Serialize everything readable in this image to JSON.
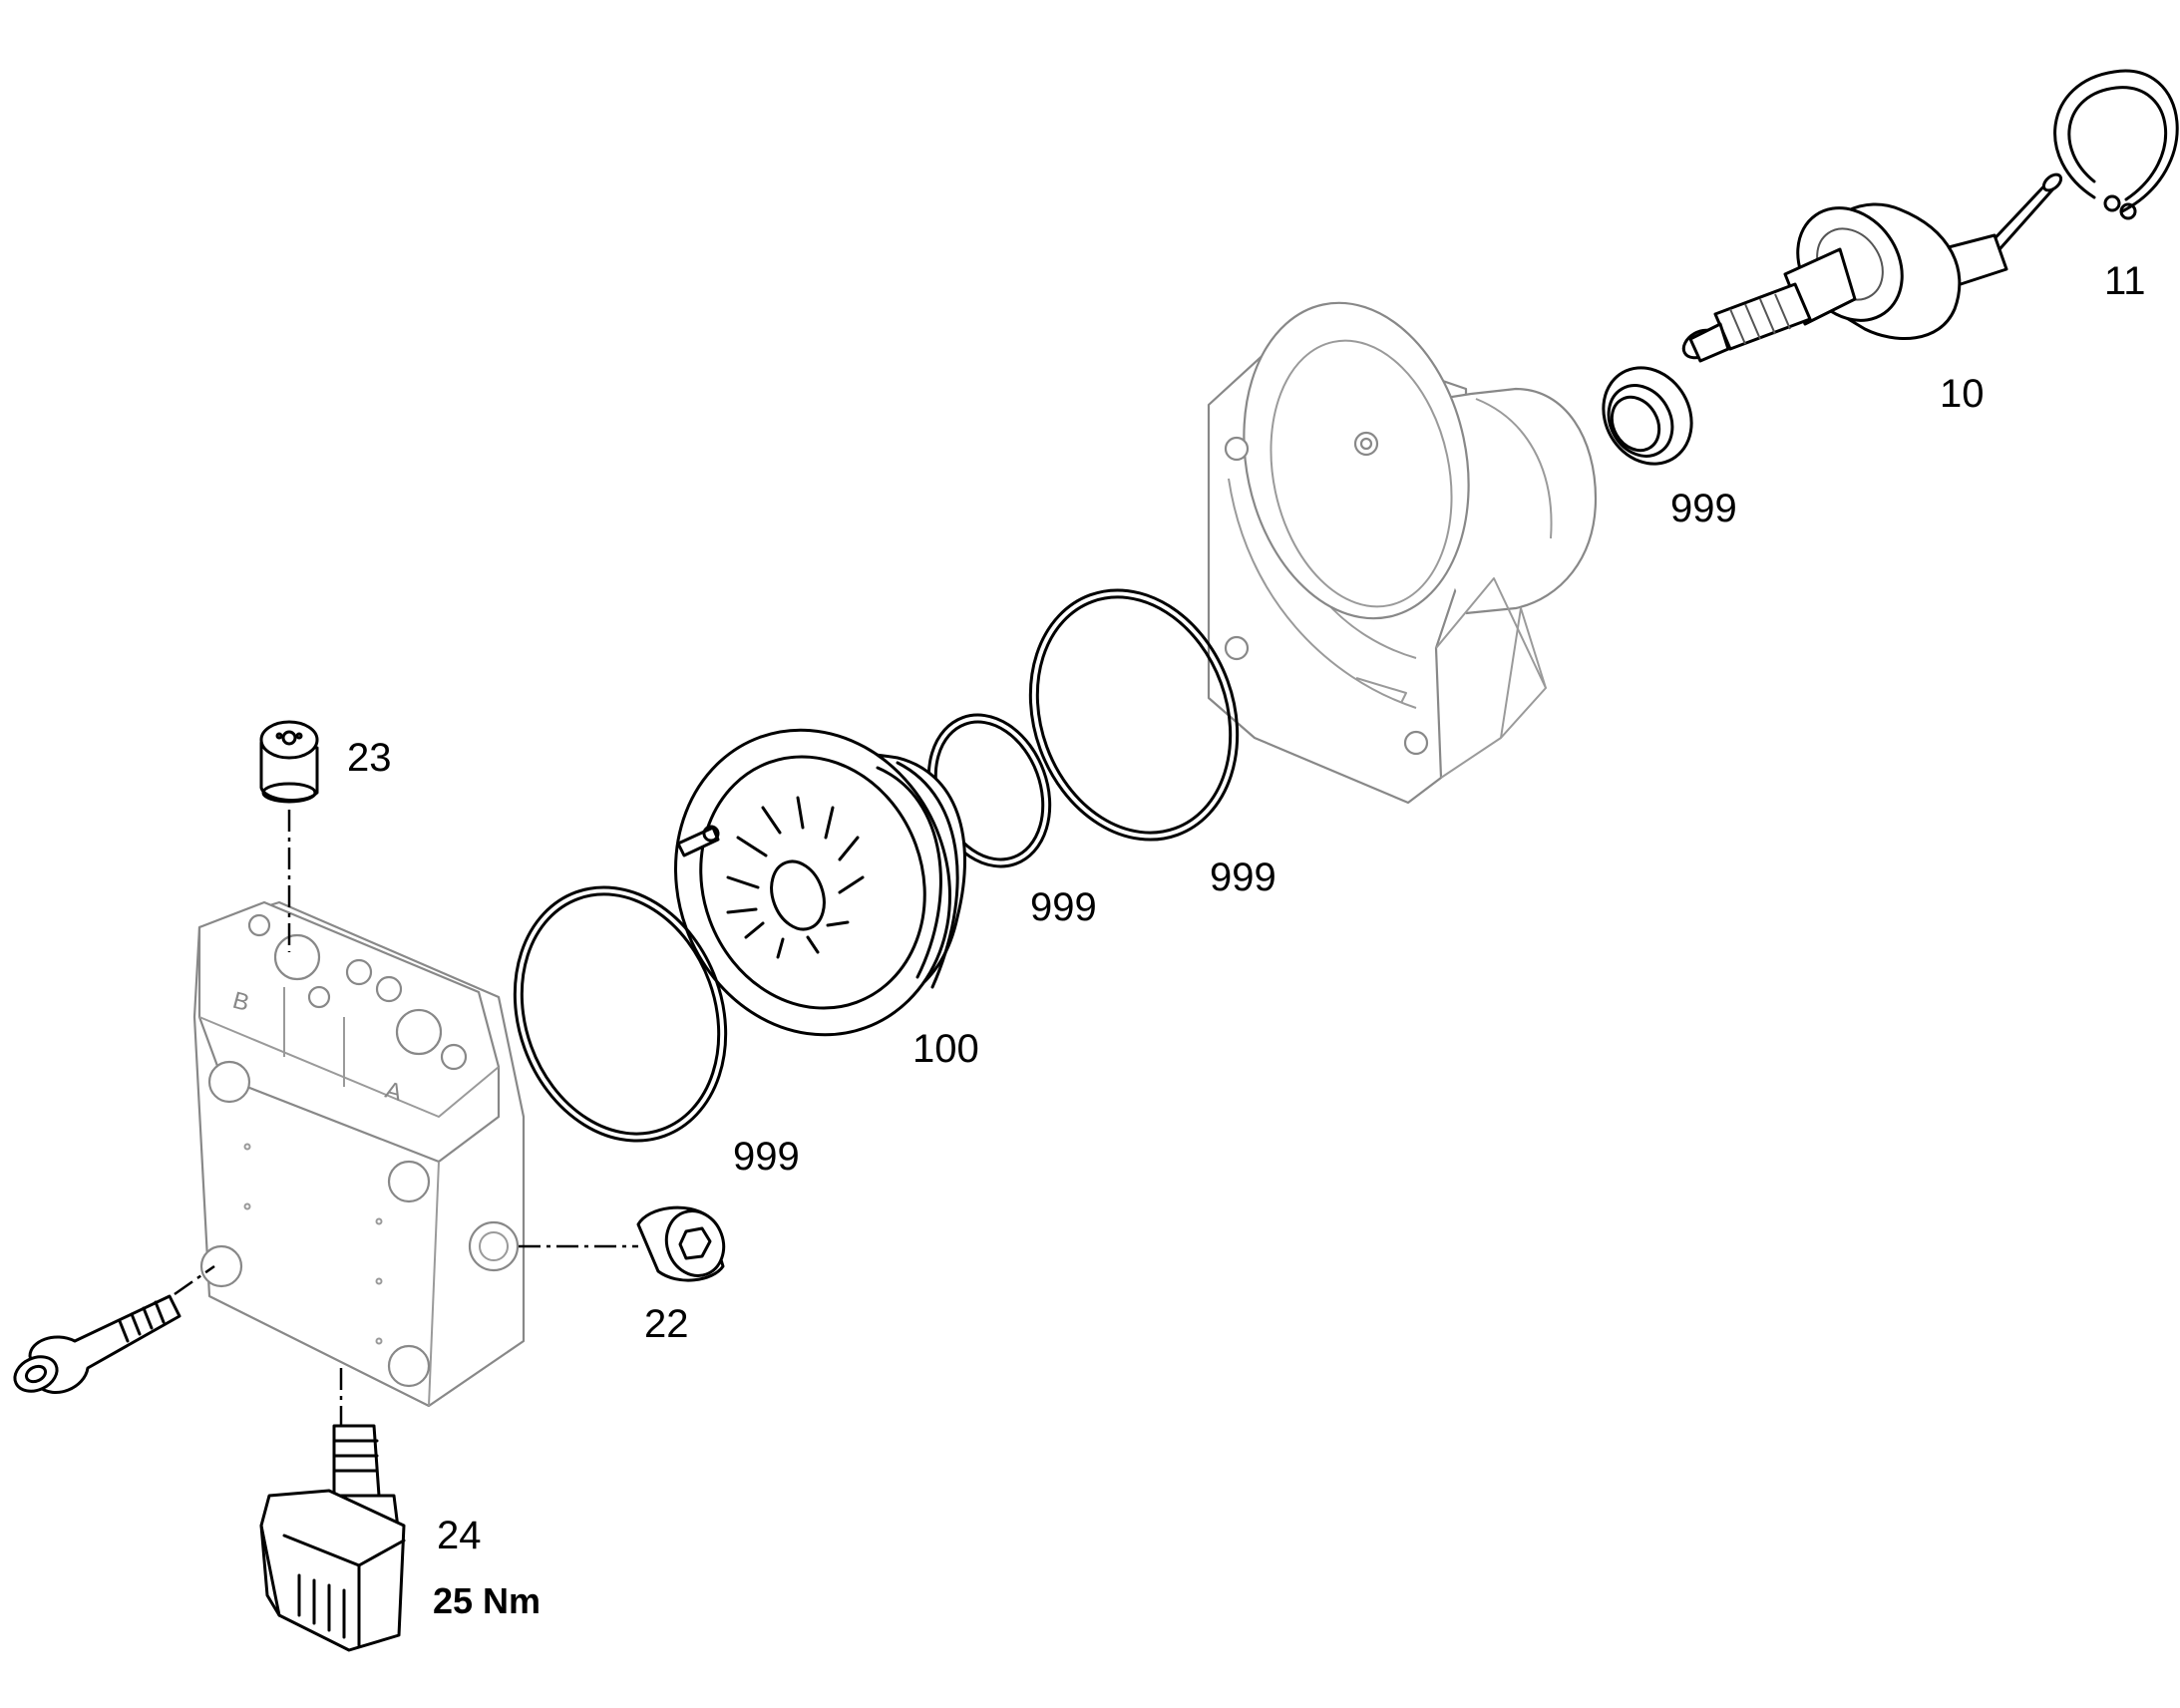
{
  "callouts": [
    {
      "id": "ring-11",
      "text": "11"
    },
    {
      "id": "shaft-10",
      "text": "10"
    },
    {
      "id": "seal-999-a",
      "text": "999"
    },
    {
      "id": "oring-999-b",
      "text": "999"
    },
    {
      "id": "oring-999-c",
      "text": "999"
    },
    {
      "id": "rotor-100",
      "text": "100"
    },
    {
      "id": "oring-999-d",
      "text": "999"
    },
    {
      "id": "plug-22",
      "text": "22"
    },
    {
      "id": "plug-23",
      "text": "23"
    },
    {
      "id": "valve-24",
      "text": "24"
    },
    {
      "id": "torque-24",
      "text": "25 Nm"
    }
  ],
  "block_markings": {
    "port_b": "B",
    "port_a": "A"
  }
}
